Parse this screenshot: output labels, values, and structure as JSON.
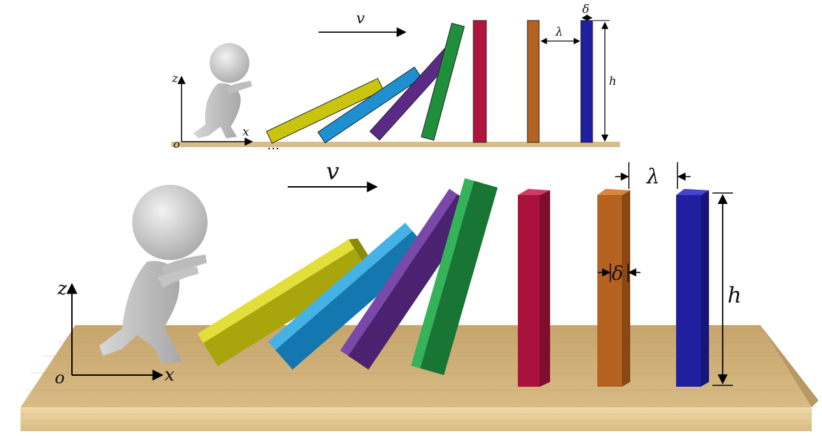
{
  "diagram": {
    "top_view": {
      "velocity_label": "v",
      "spacing_label": "λ",
      "thickness_label": "δ",
      "height_label": "h",
      "axis_x_label": "x",
      "axis_z_label": "z",
      "origin_label": "o",
      "ellipsis": "…",
      "domino_colors": [
        "#c9c50f",
        "#1e8fcf",
        "#5b2a86",
        "#1f8f3c",
        "#b0153f",
        "#b5611f",
        "#1f1fa0"
      ]
    },
    "perspective_view": {
      "velocity_label": "v",
      "spacing_label": "λ",
      "thickness_label": "δ",
      "height_label": "h",
      "axis_x_label": "x",
      "axis_z_label": "z",
      "origin_label": "o",
      "domino_colors": [
        "#c9c50f",
        "#1e8fcf",
        "#5b2a86",
        "#1f8f3c",
        "#b0153f",
        "#b5611f",
        "#1f1fa0"
      ]
    },
    "colors": {
      "table_top": "#cfb27a",
      "table_edge": "#e8cf97",
      "figure_gray": "#c7c7c7",
      "arrow": "#000000"
    }
  }
}
